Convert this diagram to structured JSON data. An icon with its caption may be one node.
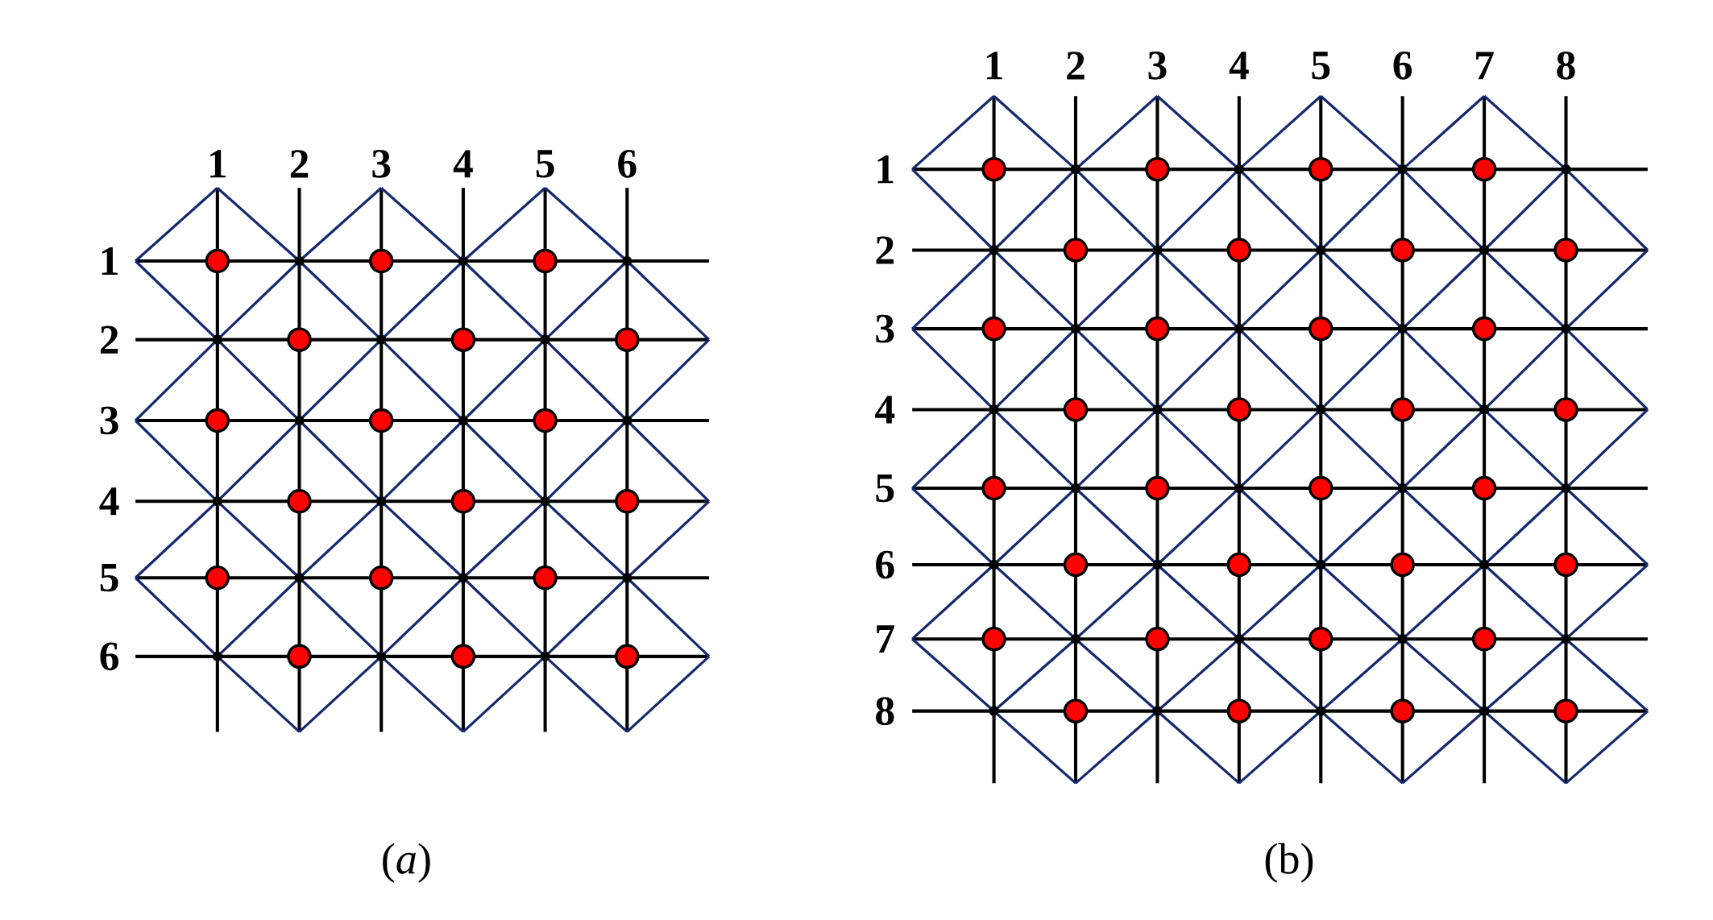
{
  "diagram": {
    "labels": [
      "1",
      "2",
      "3",
      "4",
      "5",
      "6",
      "1",
      "2",
      "3",
      "4",
      "5",
      "6",
      "(*a*)",
      "1",
      "2",
      "3",
      "4",
      "5",
      "6",
      "7",
      "8",
      "1",
      "2",
      "3",
      "4",
      "5",
      "6",
      "7",
      "8",
      "(b)"
    ]
  }
}
